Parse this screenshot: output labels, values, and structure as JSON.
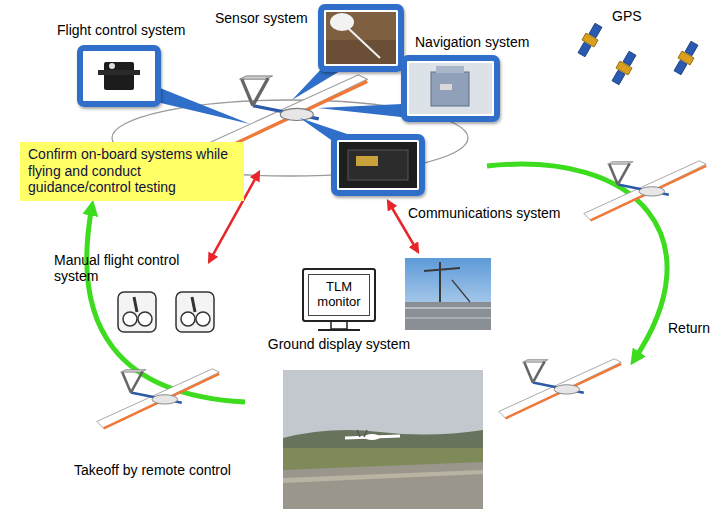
{
  "diagram": {
    "nodes": [
      {
        "text": [
          "Flight control system"
        ]
      },
      {
        "text": [
          "Sensor system"
        ]
      },
      {
        "text": [
          "Navigation system"
        ]
      },
      {
        "text": [
          "Confirm on-board systems while flying and conduct guidance/control testing"
        ]
      },
      {
        "text": [
          "Communications system"
        ]
      },
      {
        "text": [
          "TLM monitor",
          "Ground display system"
        ]
      }
    ],
    "labels": [
      "GPS",
      "Manual flight control system",
      "Return",
      "Takeoff by remote control"
    ]
  }
}
